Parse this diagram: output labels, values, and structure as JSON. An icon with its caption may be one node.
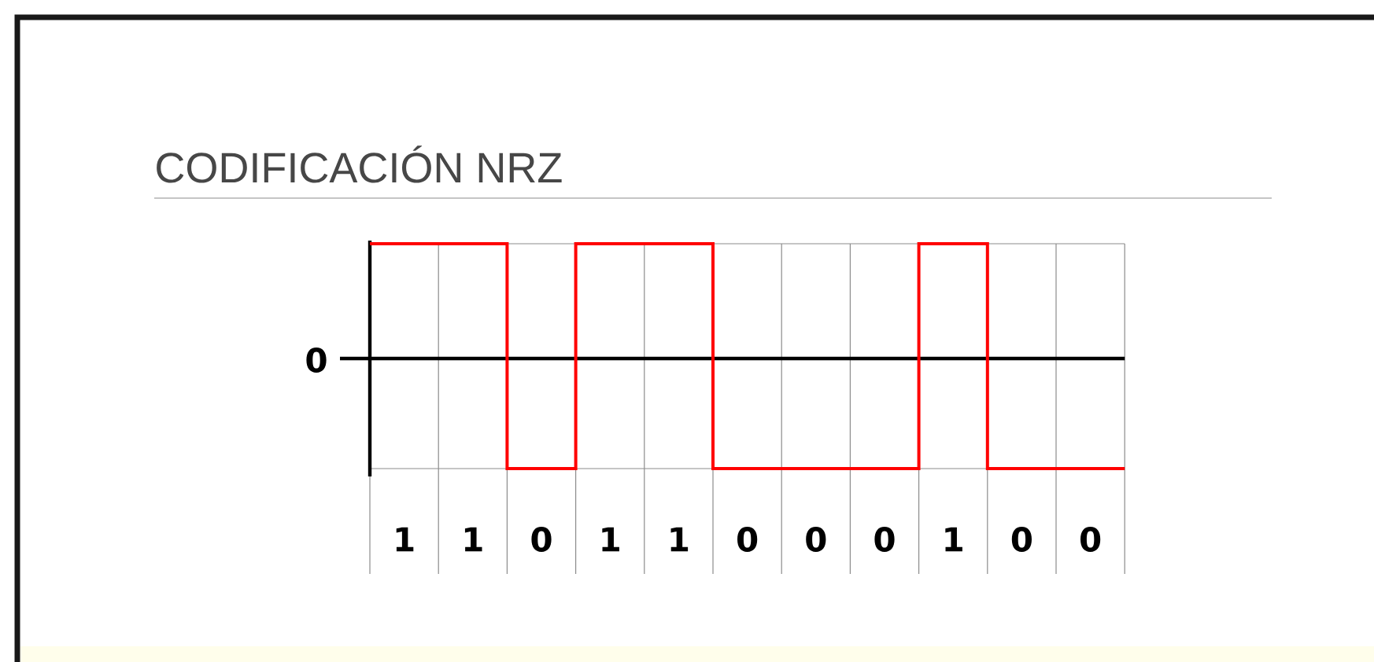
{
  "diagram": {
    "title": "CODIFICACIÓN NRZ",
    "labels": [
      "0",
      "1",
      "1",
      "0",
      "1",
      "1",
      "0",
      "0",
      "0",
      "1",
      "0",
      "0"
    ]
  }
}
